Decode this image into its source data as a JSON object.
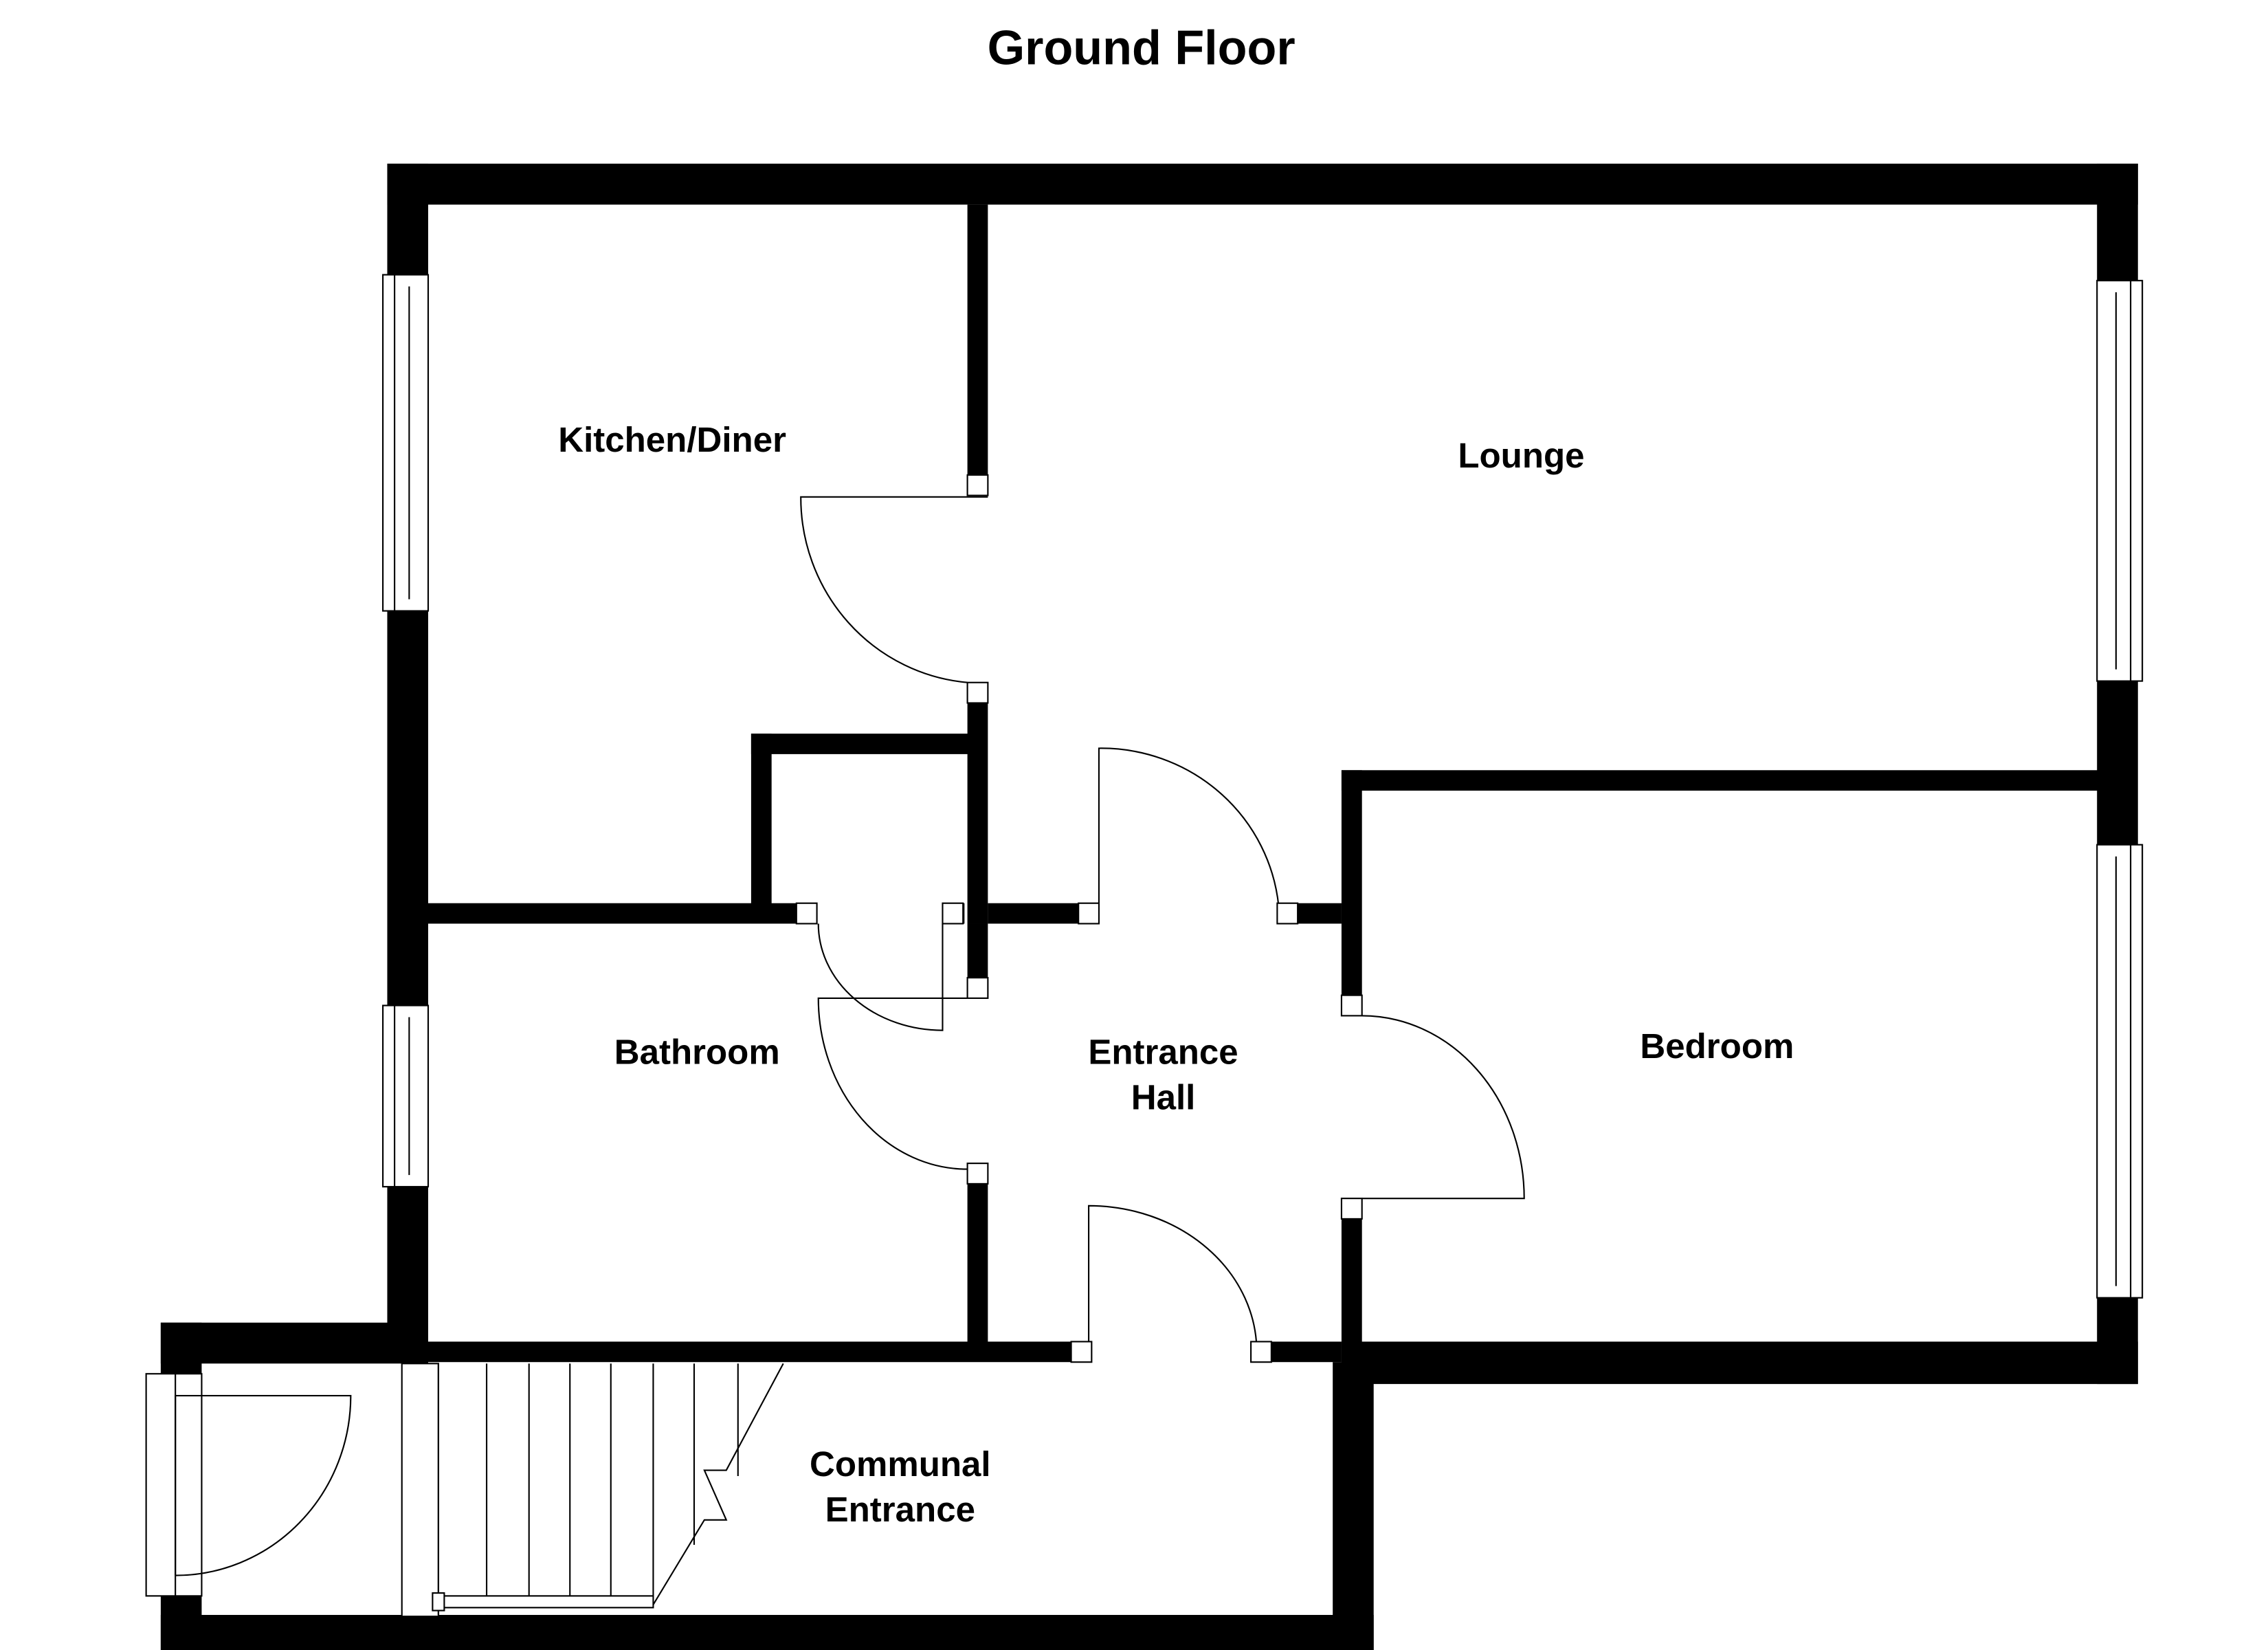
{
  "title": "Ground Floor",
  "rooms": {
    "kitchen": "Kitchen/Diner",
    "lounge": "Lounge",
    "bathroom": "Bathroom",
    "hall_line1": "Entrance",
    "hall_line2": "Hall",
    "bedroom": "Bedroom",
    "communal_line1": "Communal",
    "communal_line2": "Entrance"
  }
}
